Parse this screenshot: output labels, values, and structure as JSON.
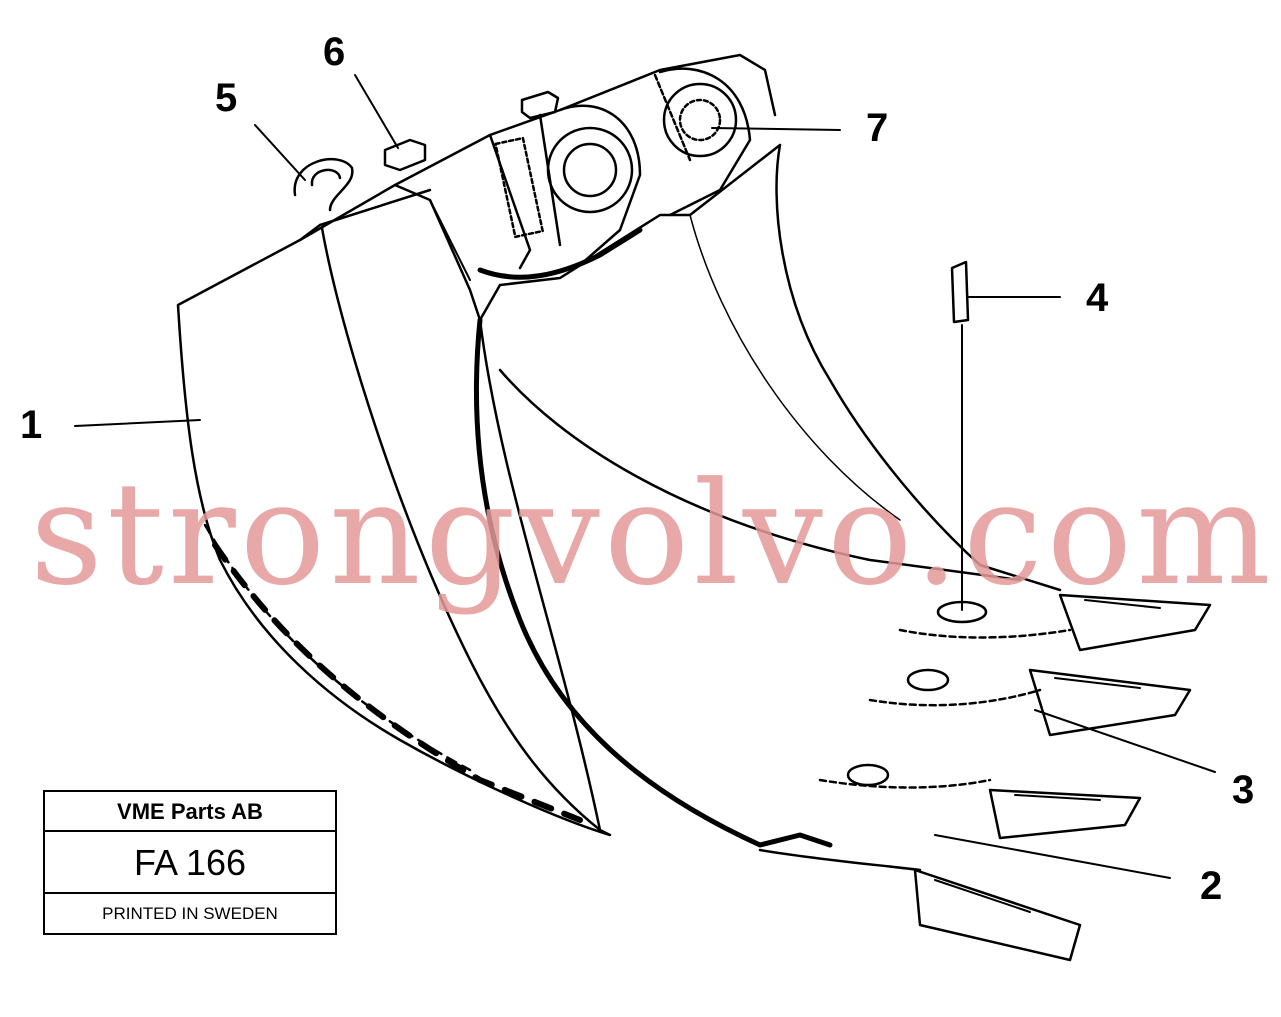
{
  "watermark": "strongvolvo.com",
  "callouts": [
    {
      "id": "1",
      "label": "1"
    },
    {
      "id": "2",
      "label": "2"
    },
    {
      "id": "3",
      "label": "3"
    },
    {
      "id": "4",
      "label": "4"
    },
    {
      "id": "5",
      "label": "5"
    },
    {
      "id": "6",
      "label": "6"
    },
    {
      "id": "7",
      "label": "7"
    }
  ],
  "plate": {
    "company": "VME Parts AB",
    "code": "FA 166",
    "printed": "PRINTED IN SWEDEN"
  },
  "colors": {
    "ink": "#000000",
    "watermark": "#e59a9a",
    "background": "#ffffff"
  }
}
